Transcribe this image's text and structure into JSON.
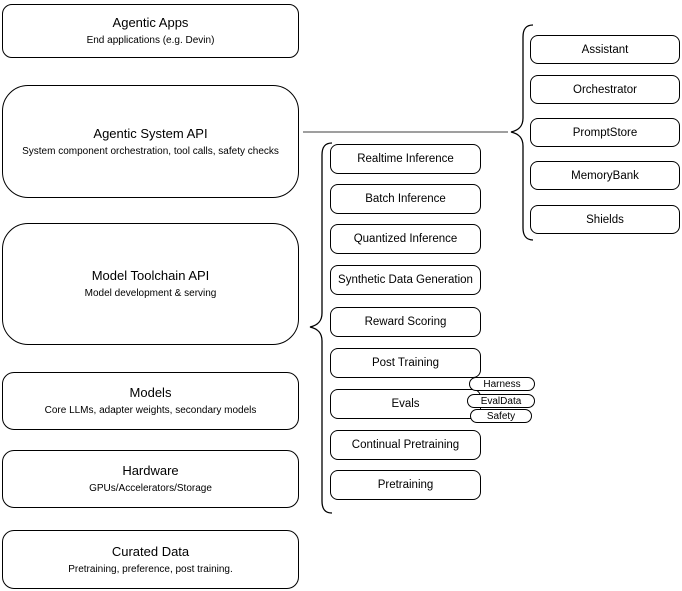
{
  "diagram": {
    "layers": [
      {
        "title": "Agentic Apps",
        "subtitle": "End applications (e.g. Devin)"
      },
      {
        "title": "Agentic System API",
        "subtitle": "System component orchestration, tool calls, safety checks"
      },
      {
        "title": "Model Toolchain API",
        "subtitle": "Model development & serving"
      },
      {
        "title": "Models",
        "subtitle": "Core LLMs, adapter weights, secondary models"
      },
      {
        "title": "Hardware",
        "subtitle": "GPUs/Accelerators/Storage"
      },
      {
        "title": "Curated Data",
        "subtitle": "Pretraining, preference, post training."
      }
    ],
    "toolchain_capabilities": [
      "Realtime Inference",
      "Batch Inference",
      "Quantized Inference",
      "Synthetic Data Generation",
      "Reward Scoring",
      "Post Training",
      "Evals",
      "Continual Pretraining",
      "Pretraining"
    ],
    "evals_tags": [
      "Harness",
      "EvalData",
      "Safety"
    ],
    "system_components": [
      "Assistant",
      "Orchestrator",
      "PromptStore",
      "MemoryBank",
      "Shields"
    ],
    "colors": {
      "background": "#ffffff",
      "box_border": "#000000",
      "text": "#000000",
      "connector": "#666666"
    }
  }
}
